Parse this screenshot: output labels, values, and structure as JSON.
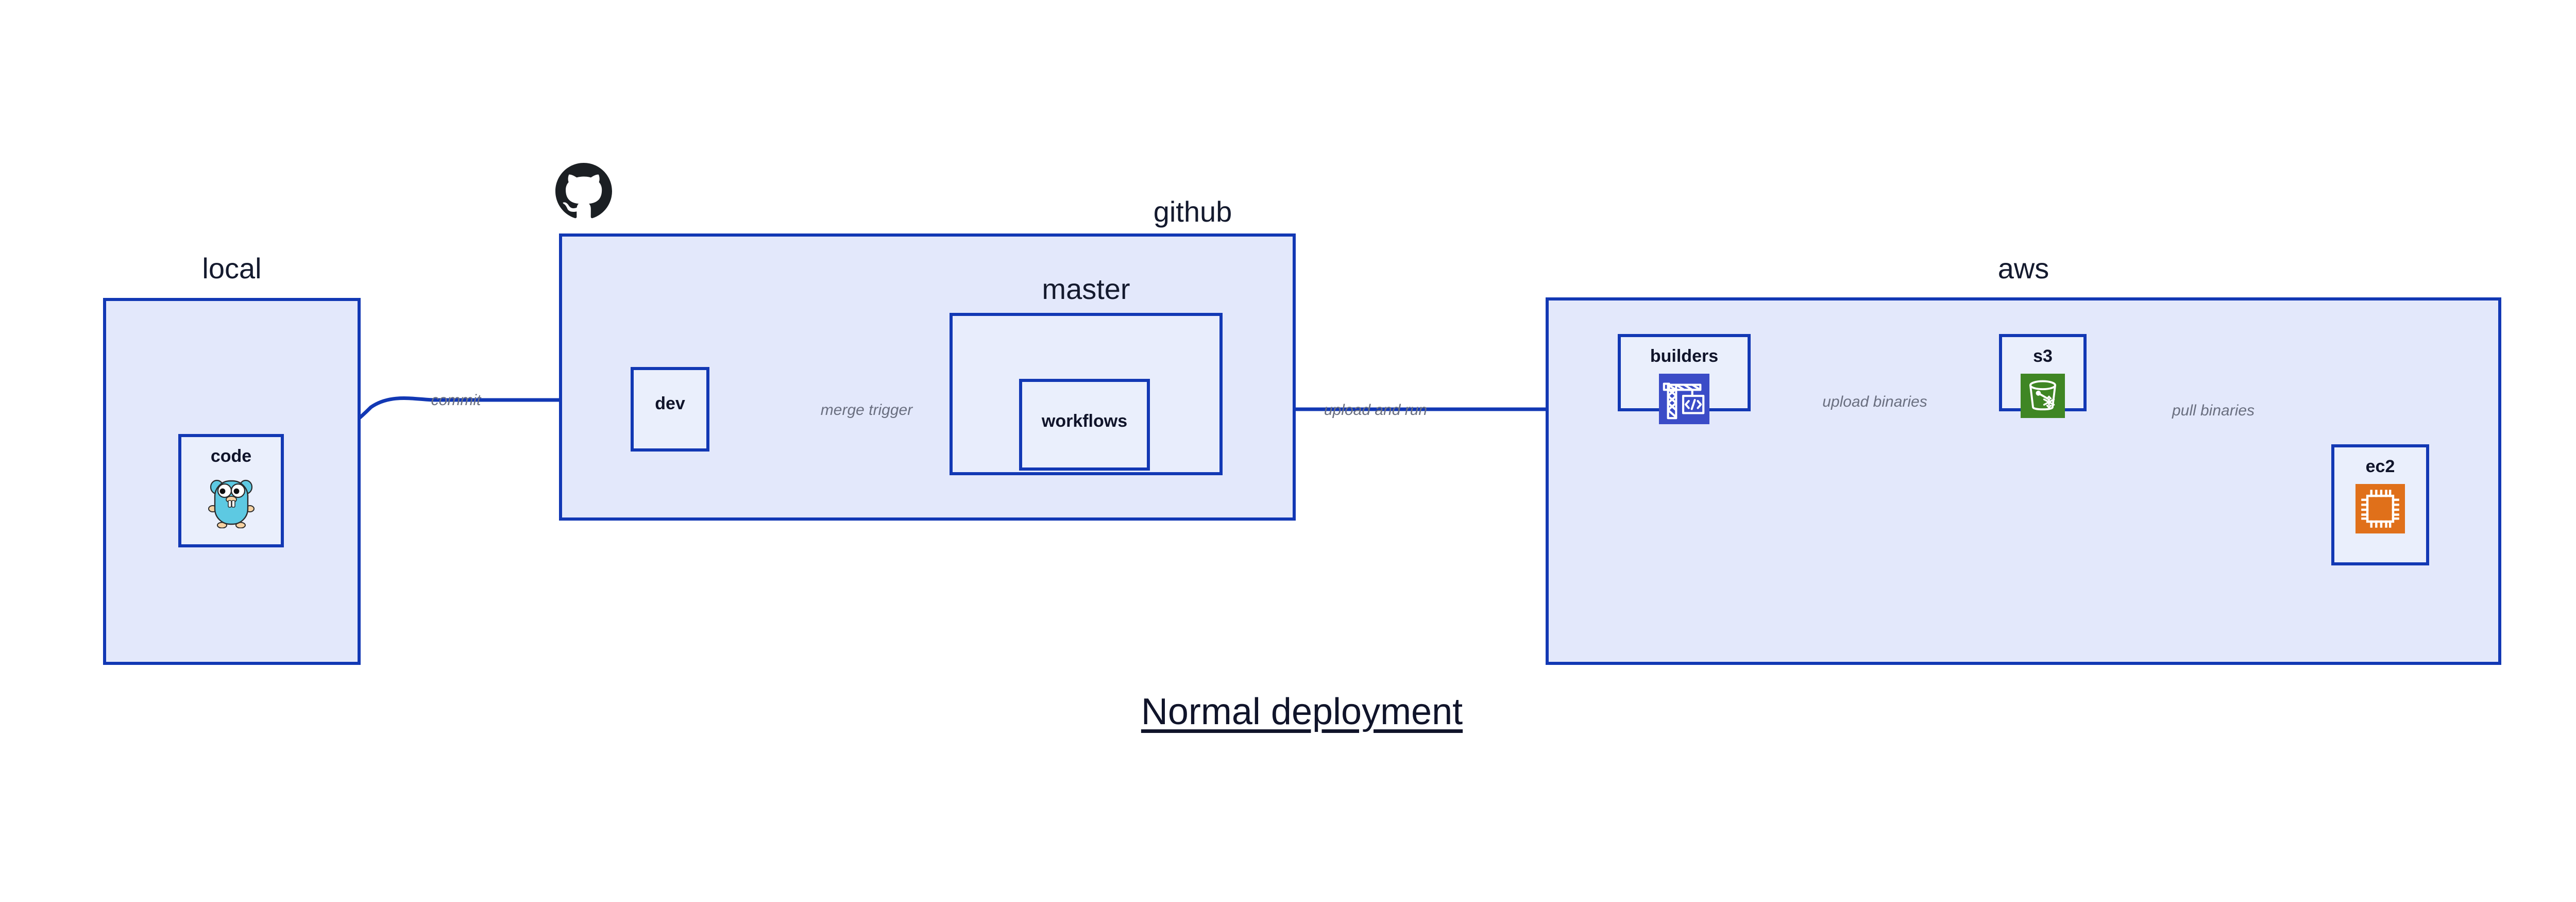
{
  "diagram": {
    "title": "Normal deployment",
    "background_color": "#ffffff",
    "accent_color": "#1238b4",
    "group_fill": "#e3e8fb",
    "node_fill": "#eaeffc",
    "label_color": "#10142a",
    "edge_label_color": "#6a6f80"
  },
  "groups": [
    {
      "id": "local",
      "label": "local",
      "nodes": [
        {
          "id": "code",
          "label": "code",
          "icon": "go-gopher-icon"
        }
      ]
    },
    {
      "id": "github",
      "label": "github",
      "brand_icon": "github-octocat-icon",
      "nodes": [
        {
          "id": "dev",
          "label": "dev",
          "icon": "none"
        }
      ],
      "subgroups": [
        {
          "id": "master",
          "label": "master",
          "nodes": [
            {
              "id": "workflows",
              "label": "workflows",
              "icon": "none"
            }
          ]
        }
      ]
    },
    {
      "id": "aws",
      "label": "aws",
      "nodes": [
        {
          "id": "builders",
          "label": "builders",
          "icon": "aws-codebuild-crane-icon",
          "icon_color": "#3b4cc7"
        },
        {
          "id": "s3",
          "label": "s3",
          "icon": "aws-s3-glacier-bucket-icon",
          "icon_color": "#3f8624"
        },
        {
          "id": "ec2",
          "label": "ec2",
          "icon": "aws-ec2-chip-icon",
          "icon_color": "#e0701a"
        }
      ]
    }
  ],
  "edges": [
    {
      "id": "commit",
      "label": "commit",
      "from": "code",
      "to": "dev"
    },
    {
      "id": "merge-trigger",
      "label": "merge trigger",
      "from": "dev",
      "to": "workflows"
    },
    {
      "id": "upload-and-run",
      "label": "upload and run",
      "from": "workflows",
      "to": "builders"
    },
    {
      "id": "upload-binaries",
      "label": "upload binaries",
      "from": "builders",
      "to": "s3"
    },
    {
      "id": "pull-binaries",
      "label": "pull binaries",
      "from": "s3",
      "to": "ec2"
    }
  ]
}
